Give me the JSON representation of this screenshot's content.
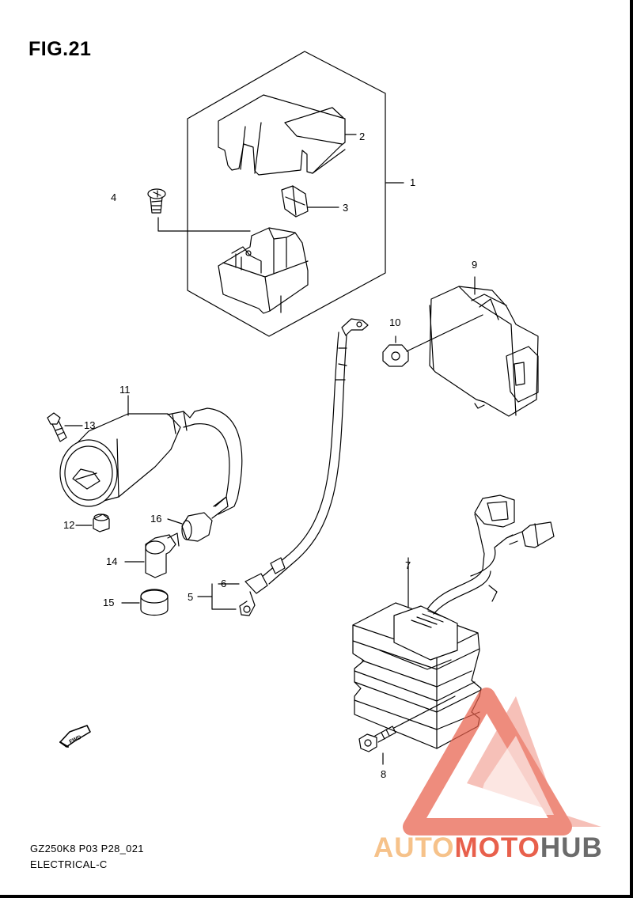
{
  "figure": {
    "title": "FIG.21",
    "code": "GZ250K8 P03 P28_021",
    "section": "ELECTRICAL-C"
  },
  "callouts": [
    "1",
    "2",
    "3",
    "4",
    "5",
    "6",
    "7",
    "8",
    "9",
    "10",
    "11",
    "12",
    "13",
    "14",
    "15",
    "16"
  ],
  "direction_arrow": {
    "label": "FWD"
  },
  "watermark": {
    "text_part1": "AUTO",
    "text_part2": "MOTO",
    "text_part3": "HUB",
    "icon": "triangle-logo-icon"
  }
}
